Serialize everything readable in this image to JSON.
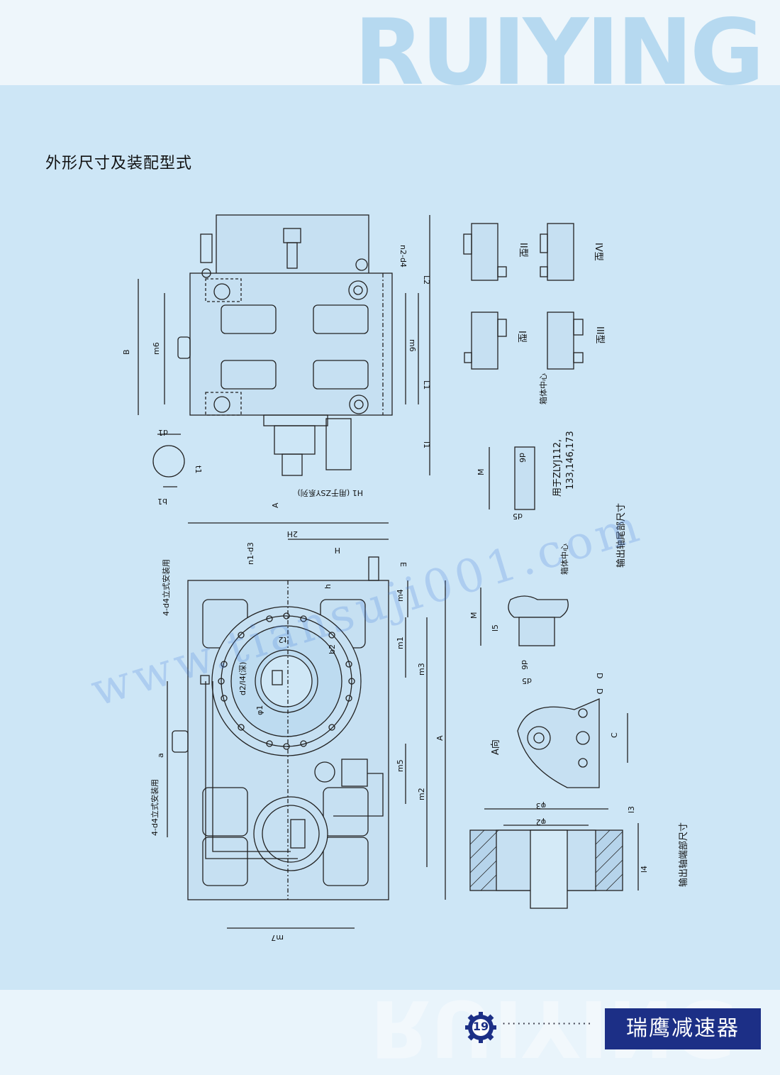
{
  "header": {
    "brand": "RUIYING"
  },
  "section_title": "外形尺寸及装配型式",
  "drawing_labels": {
    "top_view": [
      "B",
      "m6",
      "L2",
      "n2-d4",
      "m6",
      "L1",
      "l1",
      "d1",
      "t1",
      "b1",
      "H1 (用于ZSY系列)",
      "A"
    ],
    "front_view": [
      "2H",
      "H",
      "E",
      "n1-d3",
      "h",
      "m4",
      "m1",
      "m3",
      "A",
      "t2",
      "b2",
      "d2/l4(深)",
      "φ1",
      "a",
      "m5",
      "m2",
      "m7",
      "4-d4立式安装用",
      "4-d4立式安装用"
    ],
    "assembly_types": [
      "II型",
      "IV型",
      "I型",
      "III型"
    ],
    "tail_detail": [
      "箱体中心",
      "M",
      "d6",
      "d5",
      "用于ZLYJ112,",
      "133,146,173"
    ],
    "tail_detail2": [
      "箱体中心",
      "M",
      "l5",
      "d6",
      "d5",
      "输出轴尾部尺寸"
    ],
    "a_view": [
      "A向",
      "D",
      "D",
      "C"
    ],
    "end_detail": [
      "φ3",
      "φ2",
      "l3",
      "l4",
      "输出轴端部尺寸"
    ]
  },
  "watermark": "www.tiansuji001.com",
  "footer": {
    "page_number": "19",
    "brand": "瑞鹰减速器",
    "dots": "··················"
  }
}
